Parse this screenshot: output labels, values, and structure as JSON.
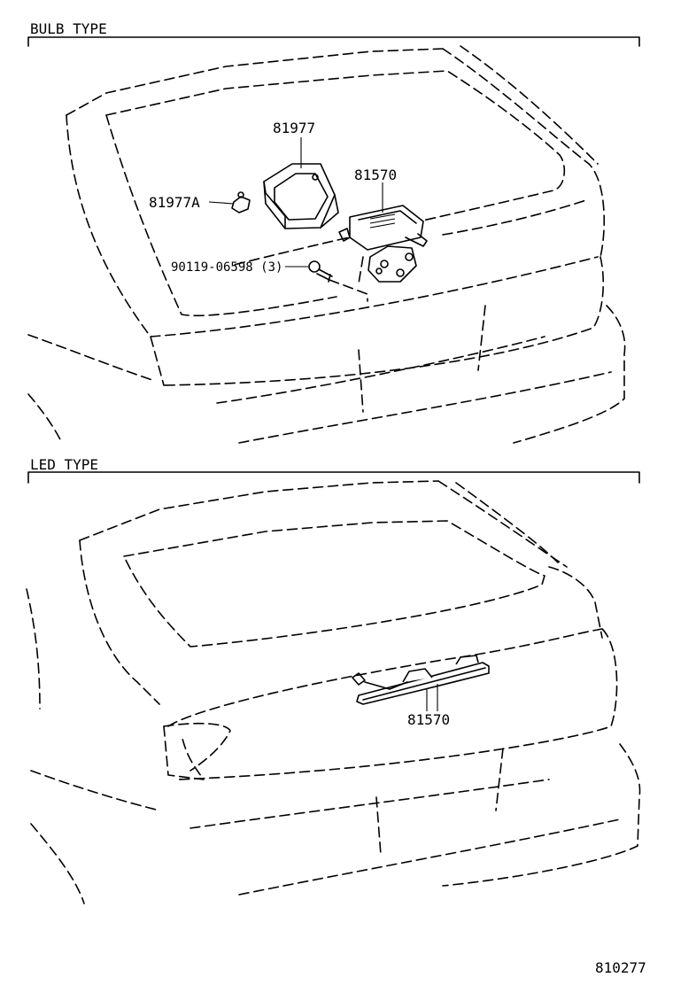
{
  "sections": {
    "bulb": {
      "title": "BULB TYPE",
      "parts": {
        "p81977": "81977",
        "p81570": "81570",
        "p81977A": "81977A",
        "p90119": "90119-06598 (3)"
      }
    },
    "led": {
      "title": "LED TYPE",
      "parts": {
        "p81570": "81570"
      }
    }
  },
  "figure_number": "810277"
}
